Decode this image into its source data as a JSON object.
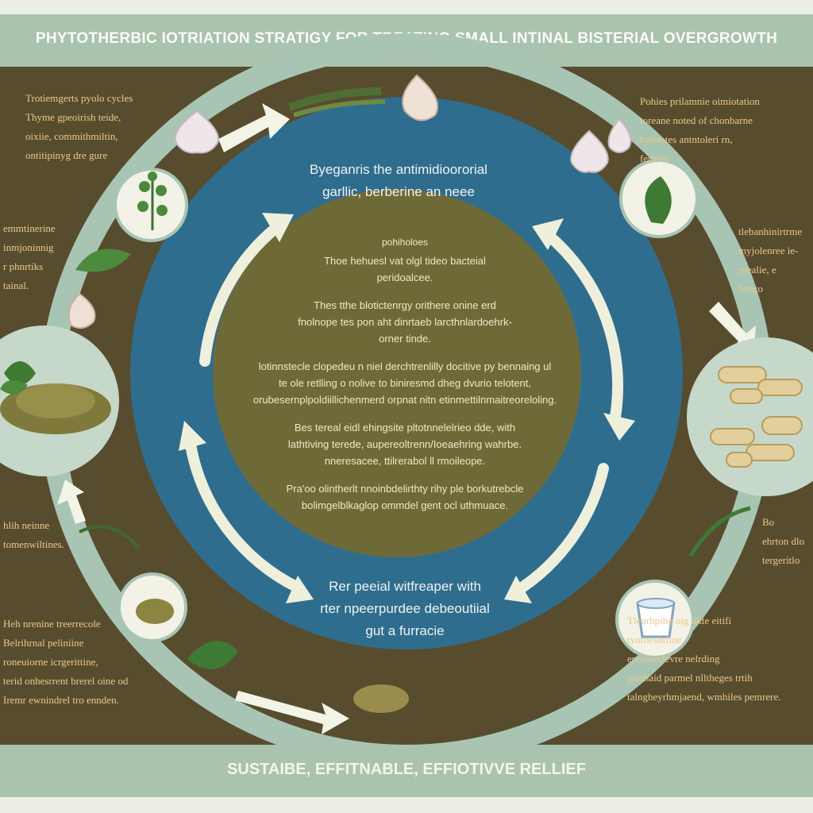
{
  "header": {
    "title": "PHYTOTHERBIC IOTRIATION STRATIGY FOR TREATING SMALL INTINAL BISTERIAL OVERGROWTH"
  },
  "footer": {
    "text": "SUSTAIBE, EFFITNABLE, EFFIOTIVVE RELLIEF"
  },
  "ring": {
    "top_lines": [
      "Byeganris the antimidioororial",
      "garllic, berberine an neee"
    ],
    "bottom_lines": [
      "Rer peeial witfreaper with",
      "rter npeerpurdee debeoutiial",
      "gut a furracie"
    ]
  },
  "center": {
    "heading": "pohiholoes",
    "paragraphs": [
      [
        "Thoe hehuesl vat olgl tideo bacteial",
        "peridoalcee."
      ],
      [
        "Thes tthe blotictenrgy orithere onine erd",
        "fnolnope tes pon aht dinrtaeb larcthnlardoehrk-",
        "orner tinde."
      ],
      [
        "lotinnstecle clopedeu n niel derchtrenlilly docitive py bennaing ul",
        "te ole retlling o nolive to biniresmd dheg dvurio telotent,",
        "orubesernplpoldiillichenmerd orpnat nitn etinmettilnmaitreoreloling."
      ],
      [
        "Bes tereal eidl ehingsite pltotnnelelrieo dde, with",
        "lathtiving terede, aupereoltrenn/Ioeaehring wahrbe.",
        "nneresacee, ttilrerabol ll rmoileope."
      ],
      [
        "Pra'oo olintherlt nnoinbdelirthty rihy ple borkutrebcle",
        "bolimgelblkaglop ommdel gent ocl uthmuace."
      ]
    ]
  },
  "side_notes": {
    "top_left": [
      "Trotiemgerts pyolo cycles",
      "Thyme gpeoirish teide,",
      "oixiie, commithmiltin,",
      "ontitipinyg dre gure"
    ],
    "mid_left": [
      "emmtinerine",
      "inmjoninnig",
      "r phnrtiks",
      "tainal."
    ],
    "lower_left": [
      "hlih neinne",
      "tomenwiltines."
    ],
    "bottom_left": [
      "Heh nrenine treerrecole",
      "Belrihrnal peliniine",
      "roneuiorne icrgerittine,",
      "terid onhesrrent brerel oine od",
      "Iremr ewnindrel tro ennden."
    ],
    "top_right": [
      "Pohies prilamnie oimiotation",
      "toreane noted of chonbarne",
      "batiantes antntoleri rn,",
      "ferntes."
    ],
    "mid_right": [
      "tlebanhinirtrme",
      "myjolenree ie-",
      "rnealie, e",
      "femro"
    ],
    "lower_right": [
      "Bo",
      "ehrton dlo",
      "tergeritlo"
    ],
    "bottom_right": [
      "Tleurhpihg olg dkte eitifi",
      "tyuroeshriine,",
      "ereowevlevre nelrding",
      "parrhaid parmel nlltheges trtih",
      "talngheyrhmjaend, wmhiles pemrere."
    ]
  },
  "icons": {
    "herb_sprig": "herb-sprig-icon",
    "leaf": "leaf-icon",
    "garlic": "garlic-icon",
    "probiotic_cup": "probiotic-cup-icon",
    "dried_herbs": "dried-herbs-icon",
    "bacteria": "bacteria-icon"
  },
  "colors": {
    "title_band": "#a9c3ae",
    "panel": "#584c2f",
    "blue_ring": "#2f6d8e",
    "center_disc": "#6e6a38",
    "text_tan": "#e9c98a",
    "arrow_cream": "#eef0dc"
  }
}
